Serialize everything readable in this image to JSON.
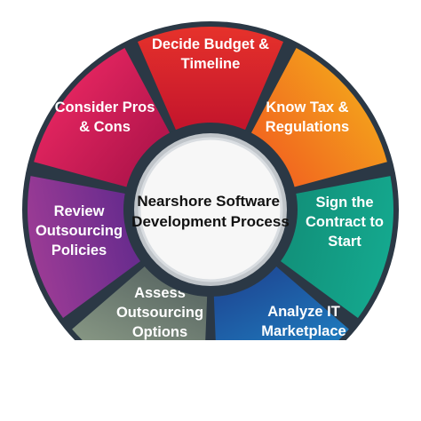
{
  "center": {
    "lines": [
      "Nearshore Software",
      "Development Process"
    ]
  },
  "segments": [
    {
      "id": "decide-budget",
      "color": "#e6322b",
      "colorDark": "#c5162c",
      "lines": [
        "Decide Budget &",
        "Timeline"
      ]
    },
    {
      "id": "know-tax",
      "color": "#f39c1c",
      "colorDark": "#f26a1f",
      "lines": [
        "Know Tax &",
        "Regulations"
      ]
    },
    {
      "id": "sign-contract",
      "color": "#14a88e",
      "colorDark": "#12927b",
      "lines": [
        "Sign the",
        "Contract to",
        "Start"
      ]
    },
    {
      "id": "analyze-it",
      "color": "#1e7fc1",
      "colorDark": "#1e4f9a",
      "lines": [
        "Analyze IT",
        "Marketplace"
      ]
    },
    {
      "id": "assess-outsourcing",
      "color": "#8a9a86",
      "colorDark": "#5f6d67",
      "lines": [
        "Assess",
        "Outsourcing",
        "Options"
      ]
    },
    {
      "id": "review-policies",
      "color": "#9b3b95",
      "colorDark": "#6a2c8e",
      "lines": [
        "Review",
        "Outsourcing",
        "Policies"
      ]
    },
    {
      "id": "consider-pros",
      "color": "#e0245e",
      "colorDark": "#b5164d",
      "lines": [
        "Consider Pros",
        "& Cons"
      ]
    }
  ]
}
